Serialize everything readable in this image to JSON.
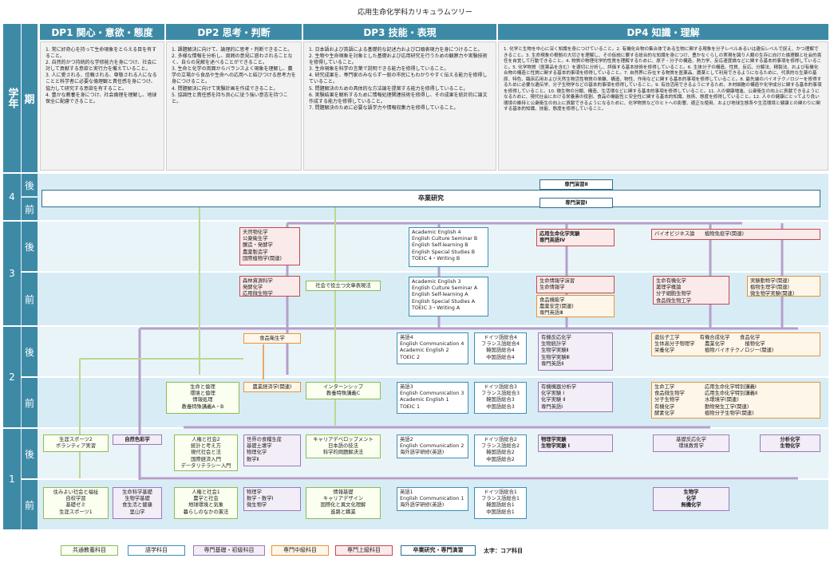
{
  "title": "応用生命化学科カリキュラムツリー",
  "header": {
    "year": "学年",
    "term": "期",
    "dp1": "DP1 関心・意欲・態度",
    "dp2": "DP2 思考・判断",
    "dp3": "DP3 技能・表現",
    "dp4": "DP4 知識・理解"
  },
  "descriptions": {
    "dp1": "1. 常に好奇心を持って生命現象をとらえる目を有すること。\n2. 自然的かつ持続的な学修能力を身につけ、社会に対して貢献する意欲と実行力を備えていること。\n3. 人に愛される、信頼される、尊敬される人になることと科学者に必要な倫理観と責任感を身につけ、協力して研究する意欲を有すること。\n4. 豊かな教養を身につけ、社会倫理を理解し、地球保全に配慮できること。",
    "dp2": "1. 課題解決に向けて、論理的に思考・判断できること。\n2. 多様な情報を分析し、周囲の意見に惑わされることなく、自らの見解を述べることができること。\n3. 生命と化学の両面からバランスよく現象を理解し、農学の立場から食品や生命への応用へと結びつける思考力を身につけること。\n4. 問題解決に向けて実験計画を作成できること。\n5. 協調性と責任感を持ち良心に従う強い意志を持つこと。",
    "dp3": "1. 日本語および英語による基礎的な記述力および口頭表現力を身につけること。\n2. 生物や生命現象を対象とした基礎および応用研究を行うための観察力や実験技術を修得していること。\n3. 生命現象を科学の言葉で説明できる能力を修得していること。\n4. 研究成果を、専門家のみならず一般の市民にもわかりやすく伝える能力を修得していること。\n5. 問題解決のための具体的な方法論を提案する能力を修得していること。\n6. 実験結果を解析するために情報処理関連技術を修得し、その成果を統計的に論文作成する能力を修得していること。\n7. 問題解決のために必要な語学力や情報収集力を修得していること。",
    "dp4": "1. 化学と生物を中心に深く知識を身につけていること。2. 有機化合物の集合体である生物に関する現象を分子レベルあるいは遺伝レベルで捉え、かつ理解できること。3. 生命現象の根拠の大切さを理解し、その仮説に要する総合的な知識を身につけ、豊かなくらしの実現を図り人類の生存に向けた倫理観と社会的責任を自覚して行動できること。4. 物質の物理化学的性質を理解するために、原子・分子の構造、熱力学、反応速度論などに関する基本的事項を修得していること。5. 化学物質（医薬品を含む）を適切に分析し、評価する基本技術を修得していること。6. 生体分子の構造、性質、反応、分解法、精製法、および有機化合物の構造と性質に関する基本的事項を修得していること。7. 自然界に存在する物質を医薬品、農薬として利用できるようになるために、代表的な生薬の基原、特色、臨床応用および天然生物活性物質の単離、構造、物性、作用などに関する基本的事項を修得していること。8. 最先端のバイオテクノロジーを修得するために必要な遺伝学、分子生物学などの基本的事項を修得していること。9. 有効活用できるようにするため、木材細胞の構造や化学成分に関する基本的事項を修得していること。10. 微生物の分類、構造、生活環などに関する基本的事項を修得していること。11. 人の健康増進、公衆衛生の向上に貢献できるようになるために、現代社会における栄養素の役割、食品の機能性と安全性に関する基本的知識、技術、態度を修得していること。12. 人々の健康にとってより良い環境の維持と公衆衛生の向上に貢献できるようになるために、化学物質などのヒトへの影響、適正な使用、および地球生態系や生活環境と健康との関わりに関する基本的知識、技能、態度を修得していること。"
  },
  "levels": {
    "y1": "1",
    "y2": "2",
    "y3": "3",
    "y4": "4",
    "mae": "前",
    "ato": "後"
  },
  "boxes": {
    "thesis": "卒業研究",
    "seminar2": "専門演習Ⅱ",
    "seminar1": "専門演習Ⅰ",
    "y3b_red": "天然物化学\n公衆衛生学\n醸造・発酵学\n農薬製造学\n国際植物学(関連)",
    "y3f_red": "森林資源科学\n発酵化学\n応用微生物学",
    "y2b_food": "食品衛生学",
    "y2f_agri": "農業経済学(関連)",
    "y3f_write": "社会で役立つ文章表現法",
    "y2f_intern": "インターンシップ\n教養特殊講義C",
    "y2f_ethics": "生命と倫理\n環境と倫理\n情報処理\n教養特殊講義A・B",
    "y3b_eng": "Academic English 4\nEnglish Culture Seminar B\nEnglish Self-learning B\nEnglish Special Studies B\nTOEIC 4・Writing B",
    "y3f_eng": "Academic English 3\nEnglish Culture Seminar A\nEnglish Self-learning A\nEnglish Special Studies A\nTOEIC 3・Writing A",
    "y2b_eng": "英語4\nEnglish Communication 4\nAcademic English 2\nTOEIC 2",
    "y2b_lang": "ドイツ語総合4\nフランス語総合4\n韓国語総合4\n中国語総合4",
    "y2f_eng": "英語3\nEnglish Communication 3\nAcademic English 1\nTOEIC 1",
    "y2f_lang": "ドイツ語総合3\nフランス語総合3\n韓国語総合3\n中国語総合3",
    "y1b_eng": "英語2\nEnglish Communication 2\n海外語学研修(英語)",
    "y1b_lang": "ドイツ語総合2\nフランス語総合2\n韓国語総合2\n中国語総合2",
    "y1f_eng": "英語1\nEnglish Communication 1\n海外語学研修(英語)",
    "y1f_lang": "ドイツ語総合1\nフランス語総合1\n韓国語総合1\n中国語総合1",
    "y3b_exp": "応用生命化学実験\n専門英語Ⅳ",
    "y3f_info": "生命情報学演習\n生命情報学",
    "y3f_food": "食品機能学\n農薬安定(関連)\n専門英語Ⅲ",
    "y2b_pur": "有機反応化学\n生物統計学\n生物学実験Ⅱ\n生物学実験Ⅲ\n専門英語Ⅱ",
    "y2f_pur": "有機機器分析学\n化学実験 Ⅰ\n化学実験 Ⅱ\n専門英語Ⅰ",
    "y1b_pur": "物理学実験\n生物学実験 Ⅰ",
    "y3b_bio": "バイオビジネス論　　植物免疫学(関連)",
    "y3f_org": "生命有機化学\n薬理学概論\n分子細胞生物学\n食品微生物工学",
    "y3f_exp": "実験動物学(関連)\n植物生理学(関連)\n微生物学実験(関連)",
    "y2b_orange": "遺伝子工学　　　　有機合成化学　　食品化学\n生体高分子物理学　　農業化学　　　　植物化学\n栄養化学　　　　　　植物バイオテクノロジー(関連)",
    "y2f_orange": "生命工学　　　　　　応用生命化学特別講義Ⅰ\n食品微生物学　　　　応用生命化学特別講義Ⅱ\n分子生物学　　　　　水環境学(関連)\n有機化学　　　　　　動物発生工学(関連)\n酵素化学　　　　　　植物分子生物学(関連)",
    "y1b_biochem": "基礎反応化学\n環境教育学",
    "y1b_anal": "分析化学\n生物化学",
    "y1f_bio": "生物学\n化学\n無機化学",
    "y1b_sports": "生涯スポーツ2\nボランティア実習",
    "y1b_nature": "自然色彩学",
    "y1f_life": "住みよい社会と福祉\n自校学習\n基礎ゼミ\n生涯スポーツ1",
    "y1f_sci": "生命科学基礎\n生物学基礎\n食生活と健康\n里山学",
    "y1b_human": "人権と社会2\n統計と考え方\n現代社会と法\n国際経済入門\nデータリテラシー入門",
    "y1b_world": "世界の食糧生産\n基礎土壌学\n物理化学\n数学Ⅱ",
    "y1f_human": "人権と社会1\n農学と社会\n地球環境と気象\n暮らしのなかの憲法",
    "y1f_math": "物理学\n数学・数学Ⅰ\n微生物学",
    "y1b_career": "キャリアデベロップメント\n日本語の技法\n科学的問題解決法",
    "y1f_info": "情報基礎\nキャリアデザイン\n国際化と異文化理解\n進路と職業"
  },
  "legend": {
    "general": "共通教養科目",
    "language": "語学科目",
    "basic": "専門基礎・初級科目",
    "mid": "専門中級科目",
    "upper": "専門上級科目",
    "research": "卒業研究・専門演習",
    "core_note": "太字：コア科目"
  },
  "colors": {
    "header": "#3d8aa6",
    "general": "#8dbb55",
    "language": "#3b8fb6",
    "basic": "#9b7ab8",
    "mid": "#e69537",
    "upper": "#c4484e",
    "research": "#2b6f8e"
  }
}
